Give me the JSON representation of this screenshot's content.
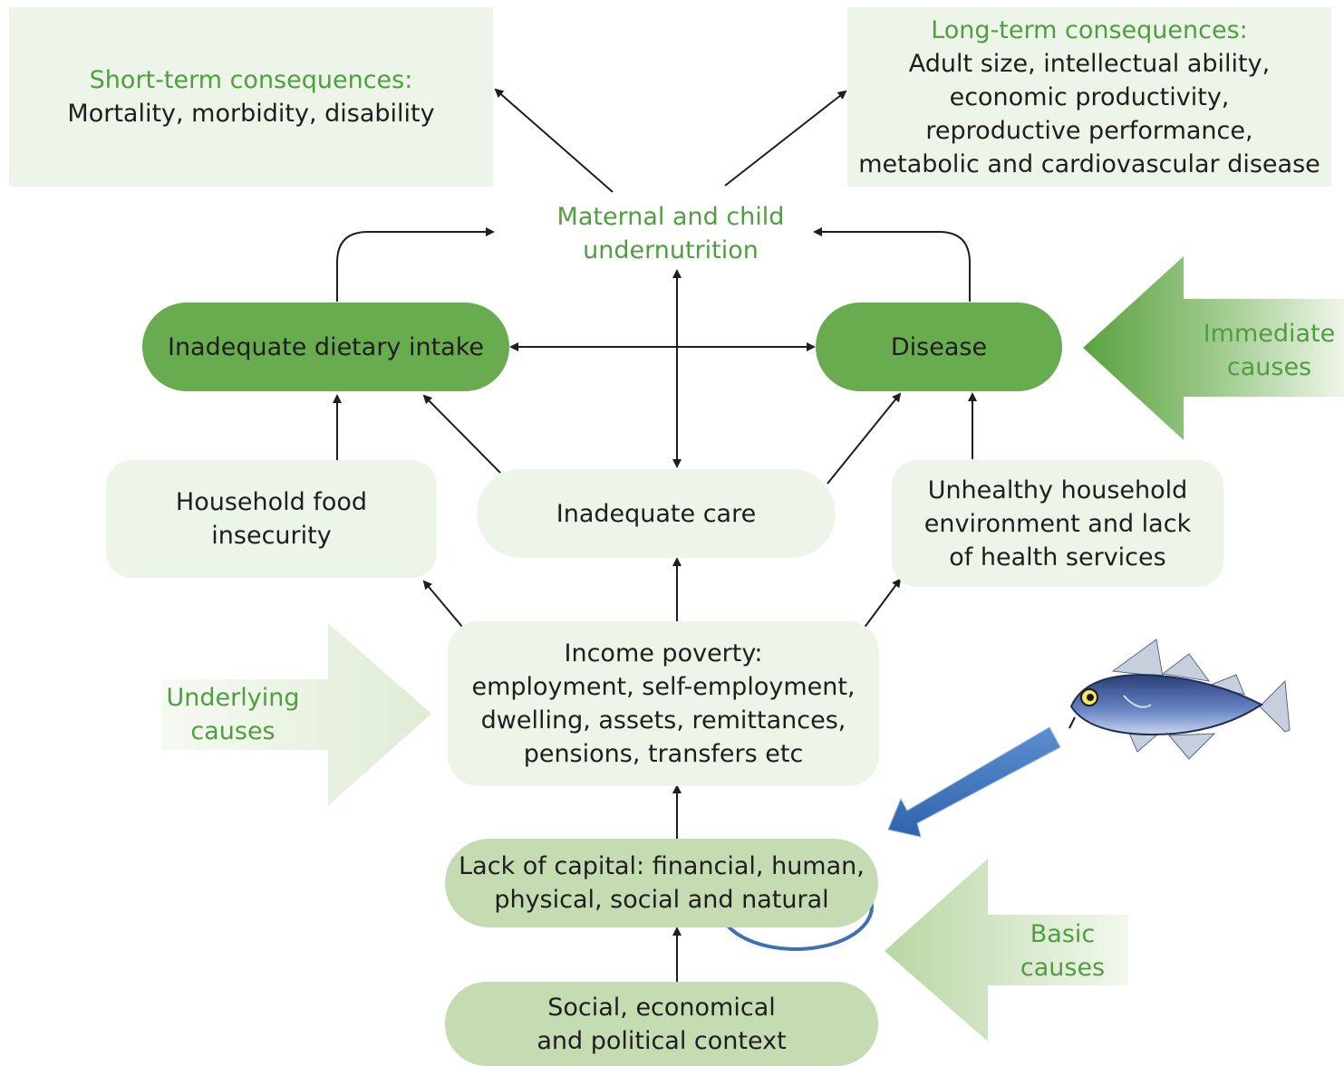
{
  "short_term": {
    "heading": "Short-term consequences:",
    "text": "Mortality,  morbidity, disability"
  },
  "long_term": {
    "heading": "Long-term consequences:",
    "text": "Adult size, intellectual ability,\neconomic productivity,\nreproductive performance,\nmetabolic and cardiovascular disease"
  },
  "center": {
    "label": "Maternal and child\nundernutrition"
  },
  "immediate": {
    "dietary": "Inadequate dietary intake",
    "disease": "Disease",
    "label": "Immediate\ncauses"
  },
  "underlying": {
    "food": "Household food\ninsecurity",
    "care": "Inadequate care",
    "environment": "Unhealthy household\nenvironment and lack\nof health services",
    "poverty": "Income poverty:\nemployment, self-employment,\ndwelling, assets, remittances,\npensions, transfers etc",
    "label": "Underlying\ncauses"
  },
  "basic": {
    "capital": "Lack of capital: financial, human,\nphysical, social and natural",
    "context": "Social, economical\nand political context",
    "label": "Basic\ncauses"
  },
  "colors": {
    "green_text": "#4f9e3f",
    "dark_box": "#69ab4f",
    "pale_box": "#edf4e8",
    "mid_box": "#c5dcb2",
    "highlight": "#3f6fb5"
  },
  "annotation": {
    "fish_icon": "fish-icon",
    "pointer": "blue-arrow",
    "highlight": "ellipse-around-natural"
  }
}
